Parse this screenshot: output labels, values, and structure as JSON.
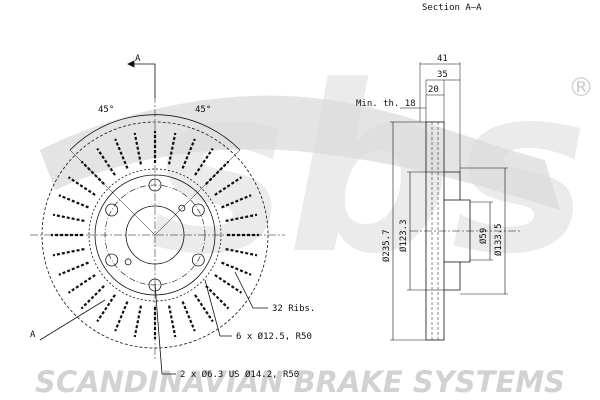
{
  "title": "Section A–A",
  "watermark": {
    "logo_text": "sbs",
    "company": "SCANDINAVIAN BRAKE SYSTEMS",
    "registered_mark": "®",
    "color": "#d9d9d9"
  },
  "front_view": {
    "section_mark_top": "A",
    "section_mark_bottom": "A",
    "angle_left": "45°",
    "angle_right": "45°",
    "ribs_note": "32 Ribs.",
    "holes_note": "6 x Ø12.5, R50",
    "pins_note": "2 x Ø6.3 US Ø14.2, R50"
  },
  "section_view": {
    "min_thickness": "Min. th. 18",
    "dim_41": "41",
    "dim_35": "35",
    "dim_20": "20",
    "dia_235": "Ø235.7",
    "dia_123": "Ø123.3",
    "dia_59": "Ø59",
    "dia_133": "Ø133.5"
  },
  "colors": {
    "line": "#111111",
    "watermark": "#d9d9d9"
  }
}
